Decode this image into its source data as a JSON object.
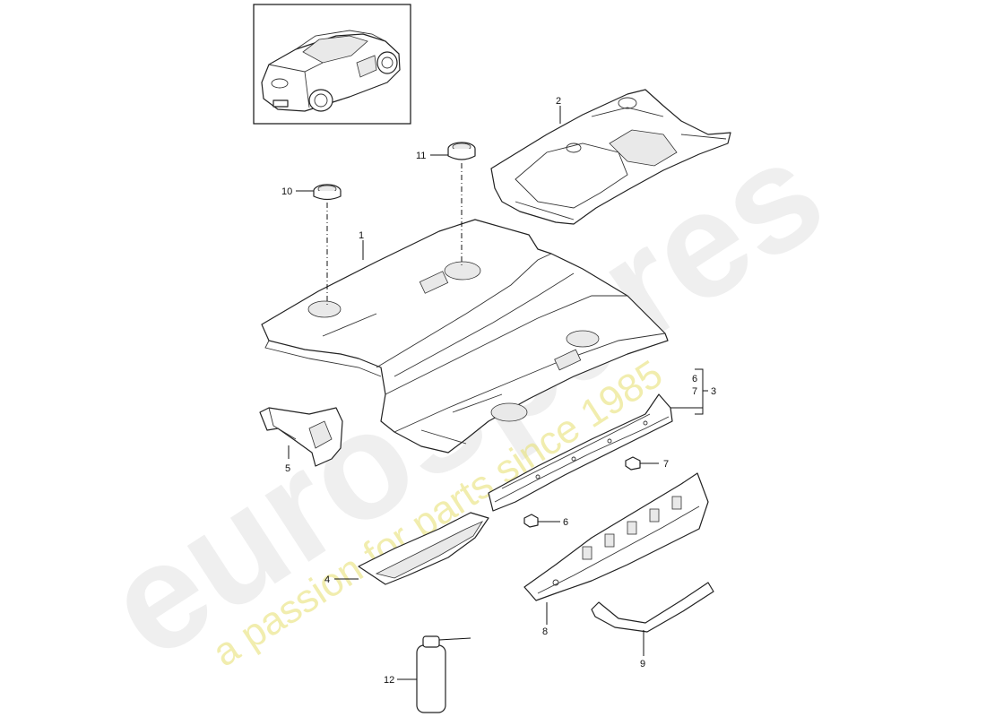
{
  "watermark": {
    "brand": "eurospares",
    "tagline": "a passion for parts since 1985"
  },
  "callouts": {
    "c1": "1",
    "c2": "2",
    "c3": "3",
    "c4": "4",
    "c5": "5",
    "c6a": "6",
    "c6b": "6",
    "c7a": "7",
    "c7b": "7",
    "c8": "8",
    "c9": "9",
    "c10": "10",
    "c11": "11",
    "c12": "12"
  }
}
